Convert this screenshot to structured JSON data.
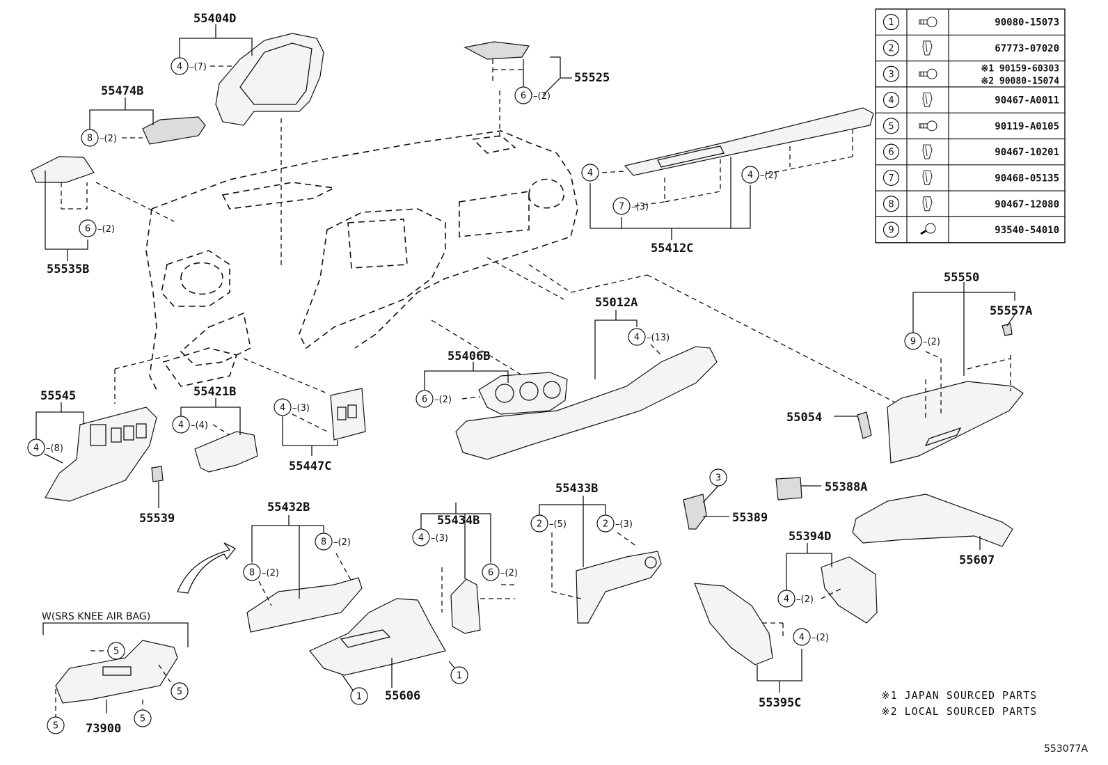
{
  "parts": {
    "p55404D": "55404D",
    "p55474B": "55474B",
    "p55525": "55525",
    "p55535B": "55535B",
    "p55412C": "55412C",
    "p55550": "55550",
    "p55557A": "55557A",
    "p55012A": "55012A",
    "p55406B": "55406B",
    "p55545": "55545",
    "p55421B": "55421B",
    "p55447C": "55447C",
    "p55539": "55539",
    "p55054": "55054",
    "p55388A": "55388A",
    "p55389": "55389",
    "p55607": "55607",
    "p55433B": "55433B",
    "p55432B": "55432B",
    "p55434B": "55434B",
    "p55606": "55606",
    "p55394D": "55394D",
    "p55395C": "55395C",
    "p73900": "73900",
    "drawing_no": "553077A"
  },
  "variant_label": "W(SRS KNEE AIR BAG)",
  "notes": {
    "n1": "※1 JAPAN SOURCED PARTS",
    "n2": "※2 LOCAL SOURCED PARTS"
  },
  "callouts": {
    "c55404D": {
      "n": "4",
      "q": "(7)"
    },
    "c55474B": {
      "n": "8",
      "q": "(2)"
    },
    "c55525": {
      "n": "6",
      "q": "(2)"
    },
    "c55535B": {
      "n": "6",
      "q": "(2)"
    },
    "c55412C_a": {
      "n": "4",
      "q": ""
    },
    "c55412C_b": {
      "n": "7",
      "q": "(3)"
    },
    "c55412C_c": {
      "n": "4",
      "q": "(2)"
    },
    "c55550": {
      "n": "9",
      "q": "(2)"
    },
    "c55012A": {
      "n": "4",
      "q": "(13)"
    },
    "c55406B": {
      "n": "6",
      "q": "(2)"
    },
    "c55545": {
      "n": "4",
      "q": "(8)"
    },
    "c55421B": {
      "n": "4",
      "q": "(4)"
    },
    "c55447C": {
      "n": "4",
      "q": "(3)"
    },
    "c55389": {
      "n": "3",
      "q": ""
    },
    "c55433B_a": {
      "n": "2",
      "q": "(5)"
    },
    "c55433B_b": {
      "n": "2",
      "q": "(3)"
    },
    "c55432B_a": {
      "n": "8",
      "q": "(2)"
    },
    "c55432B_b": {
      "n": "8",
      "q": "(2)"
    },
    "c55434B_a": {
      "n": "4",
      "q": "(3)"
    },
    "c55434B_b": {
      "n": "6",
      "q": "(2)"
    },
    "c55606_a": {
      "n": "1",
      "q": ""
    },
    "c55606_b": {
      "n": "1",
      "q": ""
    },
    "c55394D": {
      "n": "4",
      "q": "(2)"
    },
    "c55395C": {
      "n": "4",
      "q": "(2)"
    },
    "c73900_a": {
      "n": "5",
      "q": ""
    },
    "c73900_b": {
      "n": "5",
      "q": ""
    },
    "c73900_c": {
      "n": "5",
      "q": ""
    },
    "c73900_d": {
      "n": "5",
      "q": ""
    },
    "c73900_e": {
      "n": "5",
      "q": ""
    }
  },
  "fastener_table": [
    {
      "idx": "1",
      "icon": "screw-icon",
      "part": "90080-15073"
    },
    {
      "idx": "2",
      "icon": "clip-icon",
      "part": "67773-07020"
    },
    {
      "idx": "3",
      "icon": "screw-icon",
      "part": "※1 90159-60303",
      "part2": "※2 90080-15074"
    },
    {
      "idx": "4",
      "icon": "clip-icon",
      "part": "90467-A0011"
    },
    {
      "idx": "5",
      "icon": "screw-icon",
      "part": "90119-A0105"
    },
    {
      "idx": "6",
      "icon": "clip-icon",
      "part": "90467-10201"
    },
    {
      "idx": "7",
      "icon": "clip-icon",
      "part": "90468-05135"
    },
    {
      "idx": "8",
      "icon": "clip-icon",
      "part": "90467-12080"
    },
    {
      "idx": "9",
      "icon": "rivet-icon",
      "part": "93540-54010"
    }
  ]
}
